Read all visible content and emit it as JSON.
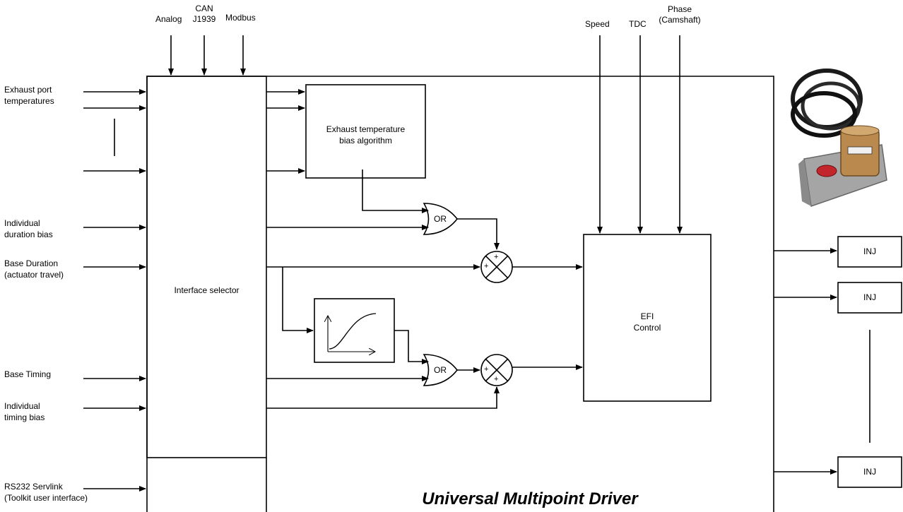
{
  "title": "Universal Multipoint Driver",
  "top_inputs": {
    "analog": "Analog",
    "can_l1": "CAN",
    "can_l2": "J1939",
    "modbus": "Modbus",
    "speed": "Speed",
    "tdc": "TDC",
    "phase_l1": "Phase",
    "phase_l2": "(Camshaft)"
  },
  "left_inputs": {
    "exhaust_l1": "Exhaust port",
    "exhaust_l2": "temperatures",
    "ind_dur_l1": "Individual",
    "ind_dur_l2": "duration bias",
    "base_dur_l1": "Base Duration",
    "base_dur_l2": "(actuator travel)",
    "base_timing": "Base Timing",
    "ind_tim_l1": "Individual",
    "ind_tim_l2": "timing bias",
    "rs232_l1": "RS232 Servlink",
    "rs232_l2": "(Toolkit user interface)"
  },
  "blocks": {
    "interface_selector": "Interface selector",
    "exhaust_bias_l1": "Exhaust temperature",
    "exhaust_bias_l2": "bias algorithm",
    "efi_l1": "EFI",
    "efi_l2": "Control"
  },
  "gates": {
    "or_top": "OR",
    "or_bottom": "OR"
  },
  "summers": {
    "plus": "+"
  },
  "outputs": [
    "INJ",
    "INJ",
    "INJ"
  ]
}
